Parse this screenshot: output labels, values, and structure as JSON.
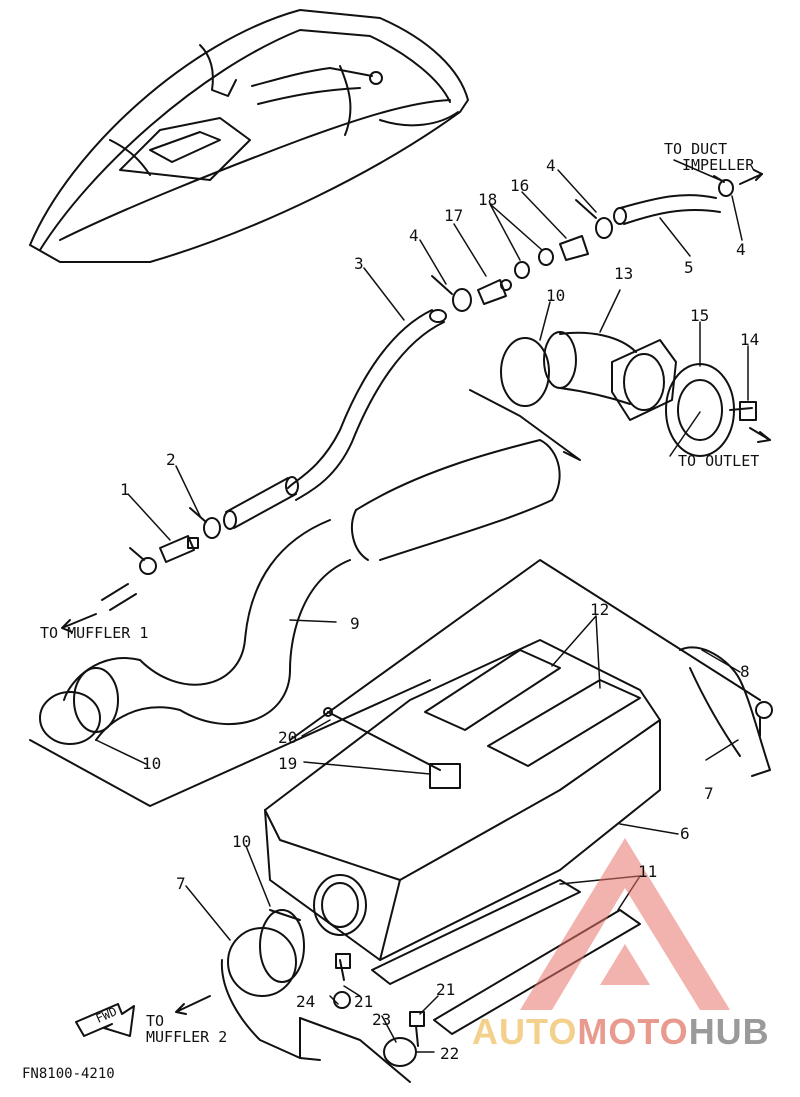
{
  "labels": {
    "to_duct_1": "TO DUCT",
    "to_duct_2": "IMPELLER",
    "to_outlet": "TO OUTLET",
    "to_muffler1": "TO MUFFLER 1",
    "to_muffler2_1": "TO",
    "to_muffler2_2": "MUFFLER 2",
    "fwd": "FWD"
  },
  "callouts": [
    "1",
    "2",
    "3",
    "4",
    "4",
    "4",
    "5",
    "6",
    "7",
    "7",
    "8",
    "9",
    "10",
    "10",
    "10",
    "11",
    "12",
    "13",
    "14",
    "15",
    "16",
    "17",
    "18",
    "19",
    "20",
    "21",
    "21",
    "22",
    "23",
    "24"
  ],
  "figure_code": "FN8100-4210",
  "watermark": {
    "part1": "AUTO",
    "part2": "MOTO",
    "part3": "HUB"
  },
  "colors": {
    "ink": "#111111",
    "watermark_red": "#e8736a",
    "watermark_gold": "#f3d08c"
  }
}
